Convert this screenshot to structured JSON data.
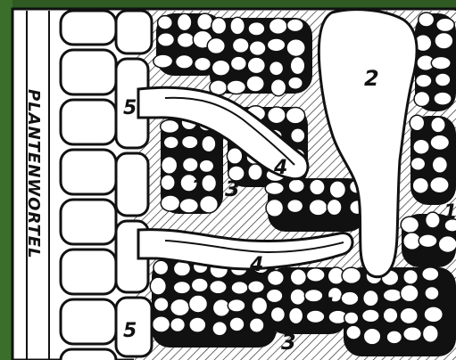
{
  "diagram": {
    "side_label": "PLANTENWORTEL",
    "labels": {
      "one": "1",
      "two": "2",
      "three": "3",
      "four": "4",
      "five": "5"
    },
    "colors": {
      "frame_green": "#2f5a22",
      "paper": "#ffffff",
      "ink": "#111111"
    }
  }
}
